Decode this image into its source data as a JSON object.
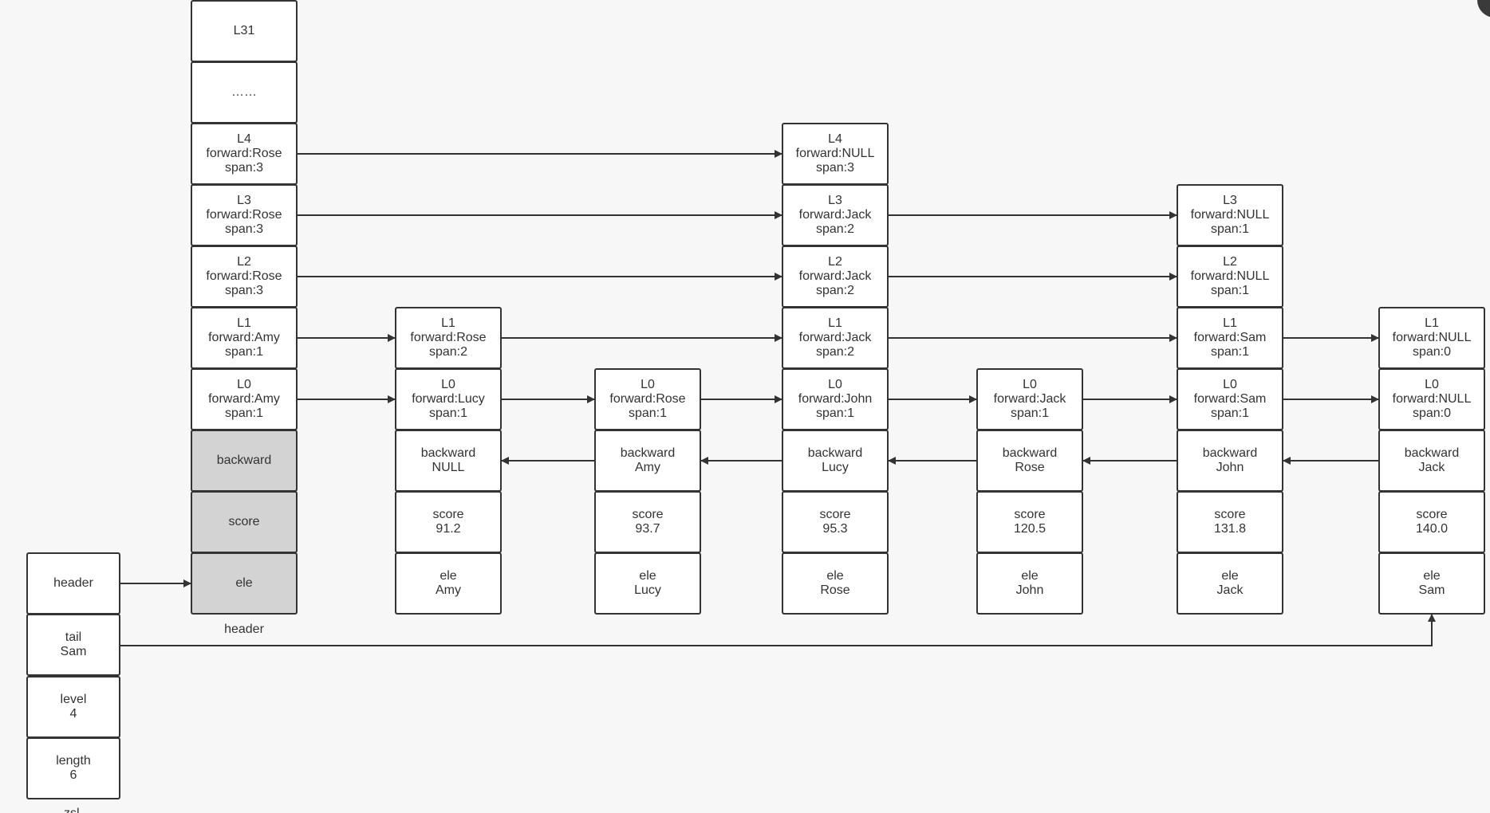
{
  "zsl_struct": {
    "header": "header",
    "tail": "tail\nSam",
    "level": "level\n4",
    "length": "length\n6",
    "caption_fragment": "zsl"
  },
  "header_node": {
    "caption": "header",
    "levels": [
      {
        "id": "L31",
        "text": "L31"
      },
      {
        "id": "ellipsis",
        "text": "……"
      },
      {
        "id": "L4",
        "text": "L4\nforward:Rose\nspan:3"
      },
      {
        "id": "L3",
        "text": "L3\nforward:Rose\nspan:3"
      },
      {
        "id": "L2",
        "text": "L2\nforward:Rose\nspan:3"
      },
      {
        "id": "L1",
        "text": "L1\nforward:Amy\nspan:1"
      },
      {
        "id": "L0",
        "text": "L0\nforward:Amy\nspan:1"
      }
    ],
    "backward": "backward",
    "score": "score",
    "ele": "ele"
  },
  "nodes": [
    {
      "id": "amy",
      "levels": [
        {
          "id": "L1",
          "text": "L1\nforward:Rose\nspan:2"
        },
        {
          "id": "L0",
          "text": "L0\nforward:Lucy\nspan:1"
        }
      ],
      "backward": "backward\nNULL",
      "score": "score\n91.2",
      "ele": "ele\nAmy"
    },
    {
      "id": "lucy",
      "levels": [
        {
          "id": "L0",
          "text": "L0\nforward:Rose\nspan:1"
        }
      ],
      "backward": "backward\nAmy",
      "score": "score\n93.7",
      "ele": "ele\nLucy"
    },
    {
      "id": "rose",
      "levels": [
        {
          "id": "L4",
          "text": "L4\nforward:NULL\nspan:3"
        },
        {
          "id": "L3",
          "text": "L3\nforward:Jack\nspan:2"
        },
        {
          "id": "L2",
          "text": "L2\nforward:Jack\nspan:2"
        },
        {
          "id": "L1",
          "text": "L1\nforward:Jack\nspan:2"
        },
        {
          "id": "L0",
          "text": "L0\nforward:John\nspan:1"
        }
      ],
      "backward": "backward\nLucy",
      "score": "score\n95.3",
      "ele": "ele\nRose"
    },
    {
      "id": "john",
      "levels": [
        {
          "id": "L0",
          "text": "L0\nforward:Jack\nspan:1"
        }
      ],
      "backward": "backward\nRose",
      "score": "score\n120.5",
      "ele": "ele\nJohn"
    },
    {
      "id": "jack",
      "levels": [
        {
          "id": "L3",
          "text": "L3\nforward:NULL\nspan:1"
        },
        {
          "id": "L2",
          "text": "L2\nforward:NULL\nspan:1"
        },
        {
          "id": "L1",
          "text": "L1\nforward:Sam\nspan:1"
        },
        {
          "id": "L0",
          "text": "L0\nforward:Sam\nspan:1"
        }
      ],
      "backward": "backward\nJohn",
      "score": "score\n131.8",
      "ele": "ele\nJack"
    },
    {
      "id": "sam",
      "levels": [
        {
          "id": "L1",
          "text": "L1\nforward:NULL\nspan:0"
        },
        {
          "id": "L0",
          "text": "L0\nforward:NULL\nspan:0"
        }
      ],
      "backward": "backward\nJack",
      "score": "score\n140.0",
      "ele": "ele\nSam"
    }
  ],
  "colors": {
    "background": "#f7f7f7",
    "node_fill": "#ffffff",
    "header_fill": "#d3d3d3",
    "stroke": "#333333"
  }
}
